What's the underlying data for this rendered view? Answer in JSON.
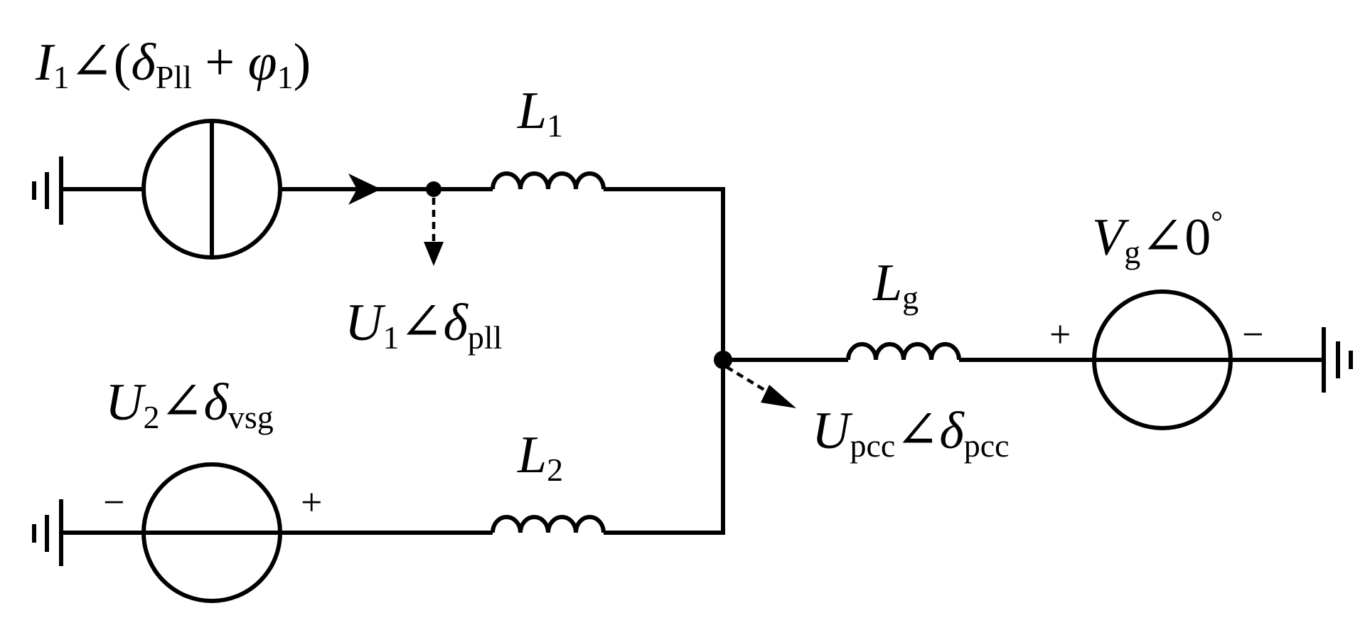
{
  "labels": {
    "source1": {
      "mag": "I",
      "mag_sub": "1",
      "angle": "∠",
      "paren_open": "(",
      "delta": "δ",
      "delta_sub": "Pll",
      "plus": " + ",
      "phi": "φ",
      "phi_sub": "1",
      "paren_close": ")"
    },
    "L1": {
      "sym": "L",
      "sub": "1"
    },
    "U1": {
      "mag": "U",
      "mag_sub": "1",
      "angle": "∠",
      "delta": "δ",
      "delta_sub": "pll"
    },
    "U2": {
      "mag": "U",
      "mag_sub": "2",
      "angle": "∠",
      "delta": "δ",
      "delta_sub": "vsg"
    },
    "L2": {
      "sym": "L",
      "sub": "2"
    },
    "Lg": {
      "sym": "L",
      "sub": "g"
    },
    "Vg": {
      "sym": "V",
      "sub": "g",
      "angle": "∠",
      "value": "0",
      "degree": "°"
    },
    "Upcc": {
      "mag": "U",
      "mag_sub": "pcc",
      "angle": "∠",
      "delta": "δ",
      "delta_sub": "pcc"
    },
    "signs": {
      "plus": "+",
      "minus": "−"
    }
  }
}
